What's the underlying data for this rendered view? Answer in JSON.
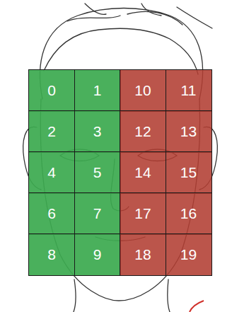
{
  "diagram": {
    "nodes": [
      {
        "text": [
          "0"
        ]
      },
      {
        "text": [
          "1"
        ]
      },
      {
        "text": [
          "10"
        ]
      },
      {
        "text": [
          "11"
        ]
      },
      {
        "text": [
          "2"
        ]
      },
      {
        "text": [
          "3"
        ]
      },
      {
        "text": [
          "12"
        ]
      },
      {
        "text": [
          "13"
        ]
      },
      {
        "text": [
          "4"
        ]
      },
      {
        "text": [
          "5"
        ]
      },
      {
        "text": [
          "14"
        ]
      },
      {
        "text": [
          "15"
        ]
      },
      {
        "text": [
          "6"
        ]
      },
      {
        "text": [
          "7"
        ]
      },
      {
        "text": [
          "17"
        ]
      },
      {
        "text": [
          "16"
        ]
      },
      {
        "text": [
          "8"
        ]
      },
      {
        "text": [
          "9"
        ]
      },
      {
        "text": [
          "18"
        ]
      },
      {
        "text": [
          "19"
        ]
      }
    ]
  }
}
